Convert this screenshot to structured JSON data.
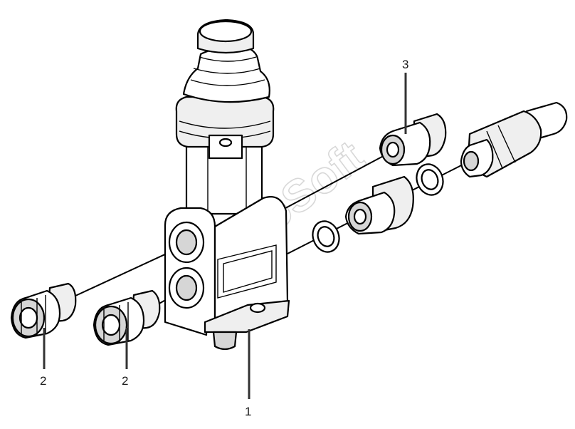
{
  "watermark": "AutoSoft",
  "callouts": {
    "c1": "1",
    "c2a": "2",
    "c2b": "2",
    "c3": "3"
  }
}
